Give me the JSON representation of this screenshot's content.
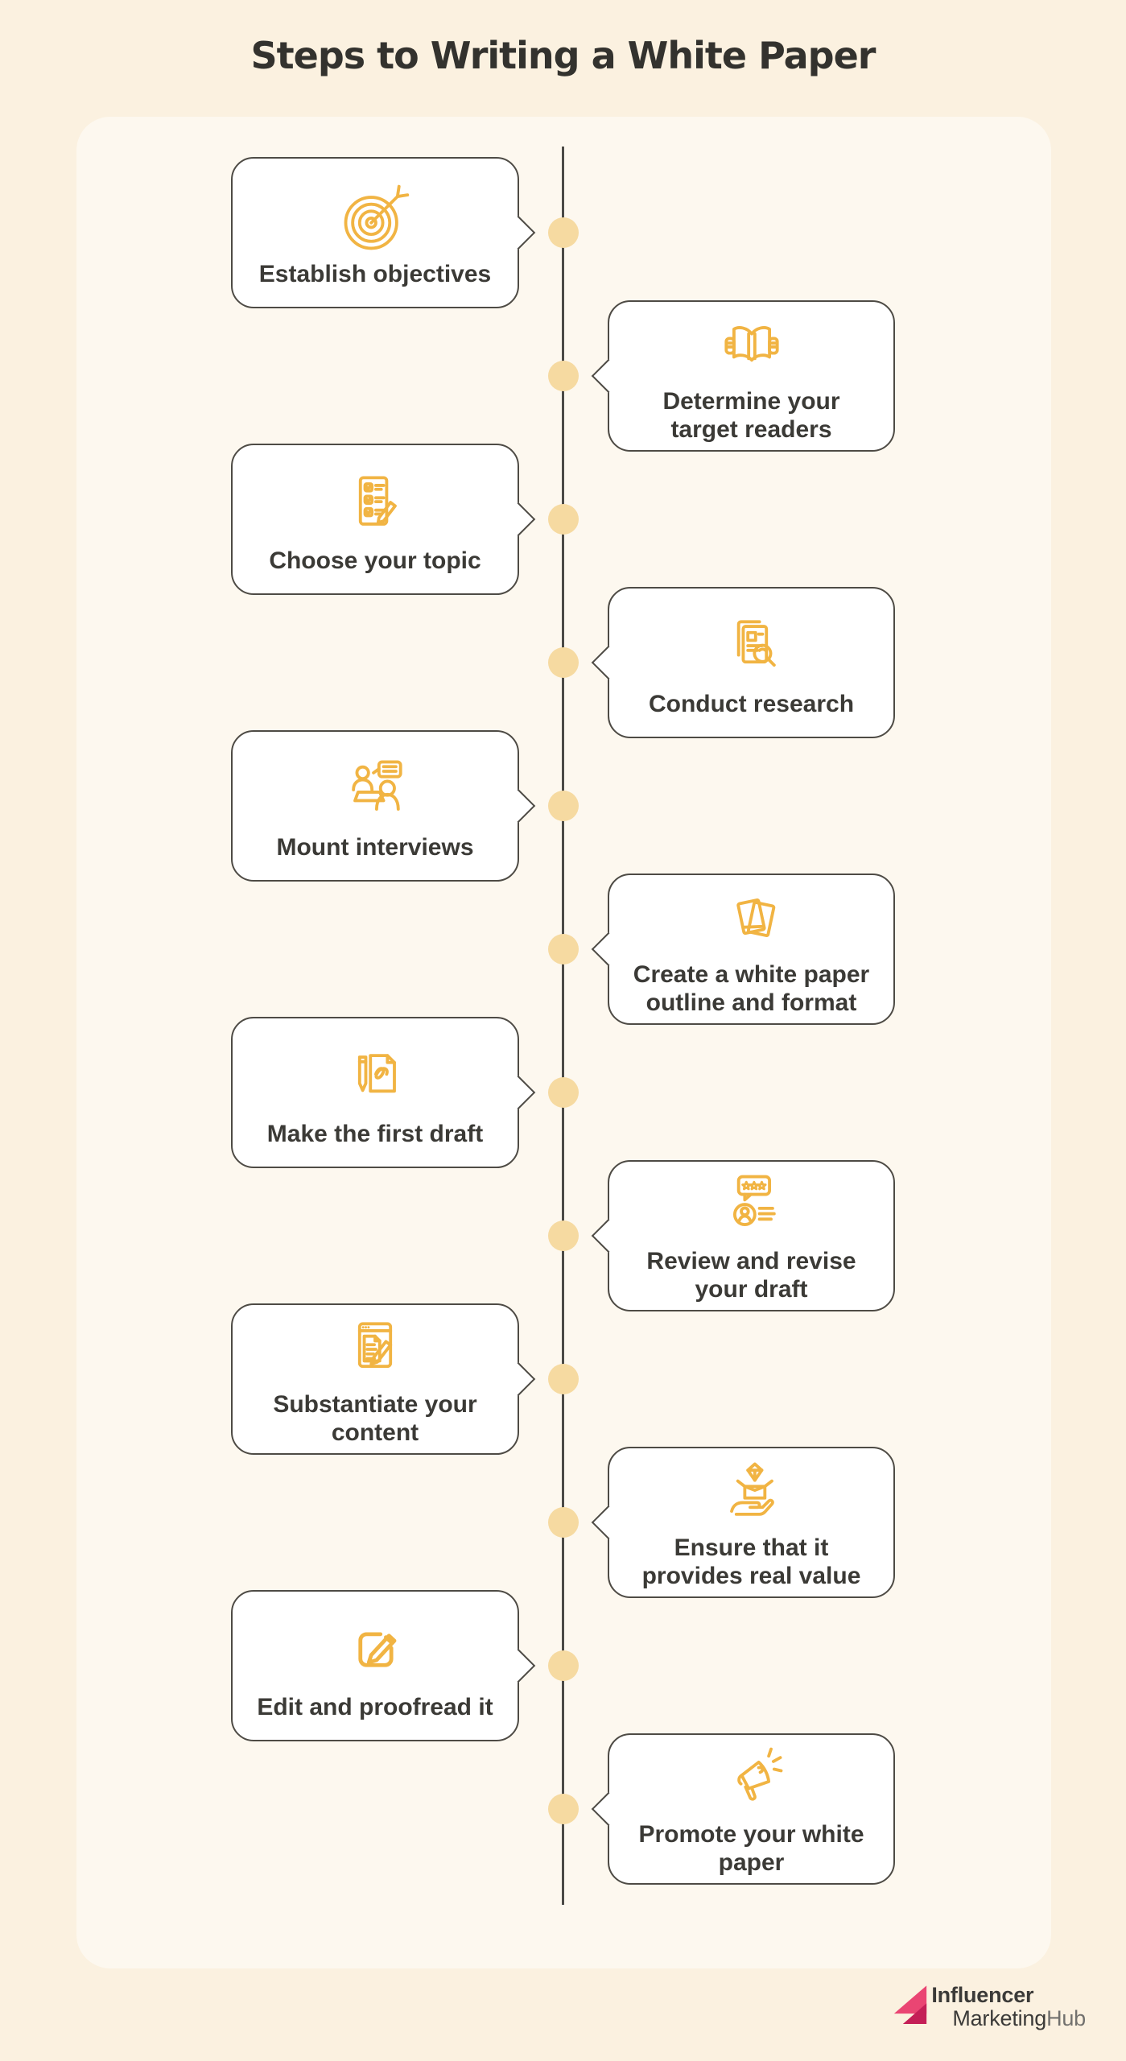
{
  "title": "Steps to Writing a White Paper",
  "steps": [
    {
      "label": "Establish objectives",
      "side": "left",
      "icon": "target-icon"
    },
    {
      "label": "Determine your\ntarget readers",
      "side": "right",
      "icon": "open-book-icon"
    },
    {
      "label": "Choose your topic",
      "side": "left",
      "icon": "checklist-icon"
    },
    {
      "label": "Conduct research",
      "side": "right",
      "icon": "document-magnifier-icon"
    },
    {
      "label": "Mount interviews",
      "side": "left",
      "icon": "interview-icon"
    },
    {
      "label": "Create a white paper\noutline and format",
      "side": "right",
      "icon": "papers-icon"
    },
    {
      "label": "Make the first draft",
      "side": "left",
      "icon": "pencil-paper-icon"
    },
    {
      "label": "Review and revise\nyour draft",
      "side": "right",
      "icon": "review-stars-icon"
    },
    {
      "label": "Substantiate your\ncontent",
      "side": "left",
      "icon": "annotated-document-icon"
    },
    {
      "label": "Ensure that it\nprovides real value",
      "side": "right",
      "icon": "hand-gift-icon"
    },
    {
      "label": "Edit and proofread it",
      "side": "left",
      "icon": "edit-square-icon"
    },
    {
      "label": "Promote your white\npaper",
      "side": "right",
      "icon": "megaphone-icon"
    }
  ],
  "timeline": {
    "dot_count": 12
  },
  "logo": {
    "line1": "Influencer",
    "line2_bold": "Marketing",
    "line2_light": "Hub"
  },
  "colors": {
    "page_bg": "#FBF1E0",
    "panel_bg": "#FDF8EF",
    "accent_yellow": "#F1B443",
    "dot_yellow": "#F6DAA1",
    "line_color": "#4B4A46",
    "card_border": "#4E4B45",
    "text_dark": "#3B3A36",
    "logo_pink": "#EA4573",
    "logo_dark_pink": "#C41F57"
  }
}
